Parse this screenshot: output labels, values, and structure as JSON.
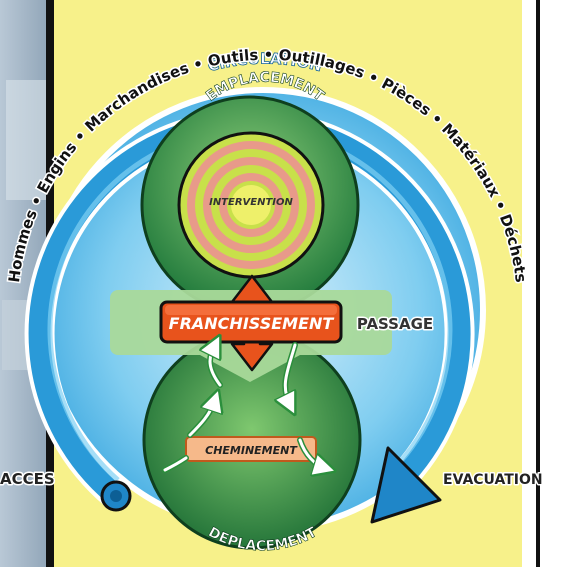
{
  "outer_arc_text": "Hommes • Engins • Marchandises • Outils • Outillages • Pièces • Matériaux • Déchets",
  "labels": {
    "circulation": "CIRCULATION",
    "emplacement": "EMPLACEMENT",
    "intervention": "INTERVENTION",
    "franchissement": "FRANCHISSEMENT",
    "passage": "PASSAGE",
    "cheminement": "CHEMINEMENT",
    "deplacement": "DEPLACEMENT",
    "acces": "ACCES",
    "evacuation": "EVACUATION"
  },
  "colors": {
    "poster_yellow": "#f7f18a",
    "blue_field": "#5ab8e8",
    "circulation_arrow": "#2a9ad8",
    "green_dark": "#1f7a3a",
    "green_light": "#6fbf6a",
    "passage_band": "#a9d99a",
    "franchissement": "#e8531c",
    "cheminement_fill": "#f6b98a",
    "target_outer": "#c8e04a",
    "target_ring": "#e89a8a"
  }
}
